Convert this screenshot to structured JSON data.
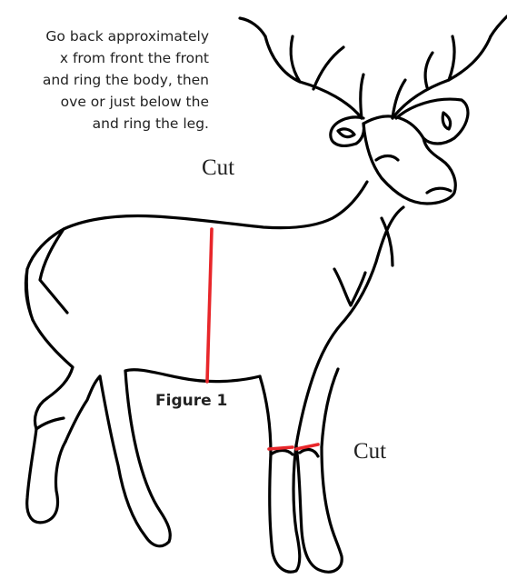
{
  "instructions": {
    "lines": [
      "Go back approximately",
      "x from front the front",
      "and ring the body, then",
      "ove or just below the",
      "and ring the leg."
    ]
  },
  "labels": {
    "cut_body": "Cut",
    "cut_leg": "Cut",
    "figure": "Figure 1"
  },
  "colors": {
    "outline": "#000000",
    "cut_line": "#e8262a"
  },
  "icons": {
    "figure": "deer-outline"
  }
}
